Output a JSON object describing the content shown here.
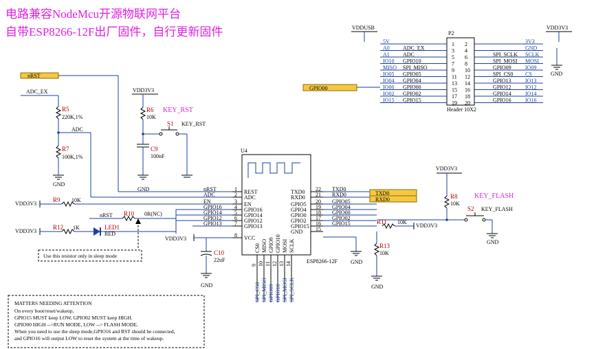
{
  "header": {
    "line1": "电路兼容NodeMcu开源物联网平台",
    "line2": "自带ESP8266-12F出厂固件，自行更新固件"
  },
  "colors": {
    "wire": "#1a3f9e",
    "title": "#e020e0",
    "part": "#b00000",
    "flag": "#f5c842"
  },
  "labels": {
    "vddusb": "VDDUSB",
    "vdd3v3": "VDD3V3",
    "gnd": "GND",
    "nrst": "nRST",
    "adc_ex": "ADC_EX",
    "adc": "ADC",
    "gpio00": "GPIO00",
    "txd0": "TXD0",
    "rxd0": "RXD0"
  },
  "header_p2": {
    "ref": "P2",
    "name": "Header 10X2",
    "left_nets": [
      "5V",
      "A0",
      "A1",
      "IO10",
      "MISO",
      "IO05",
      "IO04",
      "IO00",
      "IO02",
      "IO15"
    ],
    "left_labels": [
      "",
      "ADC_EX",
      "ADC",
      "GPIO10",
      "SPI_MISO",
      "GPIO05",
      "GPIO04",
      "GPIO00",
      "GPIO02",
      "GPIO15"
    ],
    "left_pins": [
      "1",
      "3",
      "5",
      "7",
      "9",
      "11",
      "13",
      "15",
      "17",
      "19"
    ],
    "right_pins": [
      "2",
      "4",
      "6",
      "8",
      "10",
      "12",
      "14",
      "16",
      "18",
      "20"
    ],
    "right_labels": [
      "",
      "",
      "SPI_SCLK",
      "SPI_MOSI",
      "GPIO09",
      "SPI_CS0",
      "GPIO13",
      "GPIO12",
      "GPIO14",
      "GPIO16"
    ],
    "right_nets": [
      "3V3",
      "GND",
      "SCLK",
      "MOSI",
      "IO09",
      "CS",
      "IO13",
      "IO12",
      "IO14",
      "IO16"
    ]
  },
  "parts": {
    "r5": {
      "ref": "R5",
      "value": "220K,1%"
    },
    "r7": {
      "ref": "R7",
      "value": "100K,1%"
    },
    "r6": {
      "ref": "R6",
      "value": "10K"
    },
    "c9": {
      "ref": "C9",
      "value": "100nF"
    },
    "s1": {
      "ref": "S1",
      "label": "KEY_RST"
    },
    "key_rst": "KEY_RST",
    "u4": {
      "ref": "U4",
      "name": "ESP8266-12F"
    },
    "r9": {
      "ref": "R9",
      "value": "10K"
    },
    "r10": {
      "ref": "R10",
      "value": "0R(NC)"
    },
    "r12": {
      "ref": "R12",
      "value": "1K"
    },
    "led1": {
      "ref": "LED1",
      "value": "RED"
    },
    "c10": {
      "ref": "C10",
      "value": "22uF"
    },
    "r8": {
      "ref": "R8",
      "value": "10K"
    },
    "s2": {
      "ref": "S2",
      "label": "KEY_FLASH"
    },
    "key_flash": "KEY_FLASH",
    "r11": {
      "ref": "R11",
      "value": "10K"
    },
    "r13": {
      "ref": "R13",
      "value": "10K"
    }
  },
  "u4_left": {
    "nets": [
      "nRST",
      "ADC",
      "EN",
      "GPIO16",
      "GPIO14",
      "GPIO12",
      "GPIO13"
    ],
    "pins": [
      "1",
      "2",
      "3",
      "4",
      "5",
      "6",
      "7",
      "8"
    ],
    "names": [
      "REST",
      "ADC",
      "EN",
      "GPIO16",
      "GPIO14",
      "GPIO12",
      "GPIO13",
      "VCC"
    ]
  },
  "u4_right": {
    "pins": [
      "22",
      "21",
      "20",
      "19",
      "18",
      "17",
      "16",
      "15"
    ],
    "names": [
      "TXD0",
      "RXD0",
      "GPIO5",
      "GPIO4",
      "GPIO0",
      "GPIO2",
      "GPIO15",
      "GND"
    ],
    "nets": [
      "TXD0",
      "RXD0",
      "GPIO05",
      "GPIO04",
      "GPIO00",
      "GPIO02",
      "GPIO15",
      ""
    ]
  },
  "u4_bottom": {
    "pins": [
      "9",
      "10",
      "11",
      "12",
      "13",
      "14"
    ],
    "names": [
      "CS0",
      "MISO",
      "GPIO9",
      "GPIO10",
      "MOSI",
      "SCLK"
    ],
    "nets": [
      "SPI_CS0",
      "SPI_MISO",
      "GPIO09",
      "GPIO10",
      "SPI_MOSI",
      "SPI_SCLK"
    ]
  },
  "sleep_note": "Use this resistor only in sleep mode",
  "attention": {
    "title": "MATTERS NEEDING ATTENTION",
    "lines": [
      "On every boot/reset/wakeup,",
      "GPIO15 MUST keep LOW, GPIO02 MUST keep HIGH.",
      "GPIO00 HIGH -->RUN MODE, LOW --> FLASH MODE.",
      "When you need to use the sleep mode,GPIO16 and RST should be connected,",
      "and GPIO16 will output LOW to reset the system at the time of wakeup."
    ]
  }
}
